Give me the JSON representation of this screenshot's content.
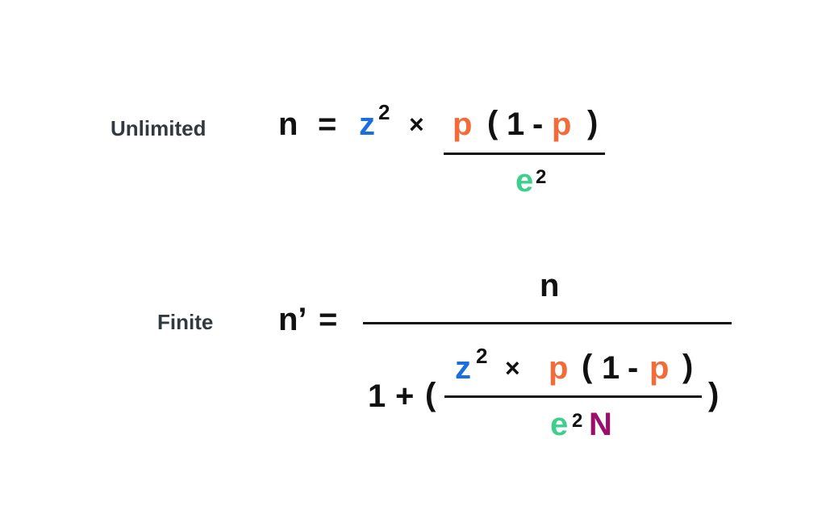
{
  "unlimited": {
    "label": "Unlimited",
    "lhs": "n",
    "eq": "=",
    "z": "z",
    "z_exp": "2",
    "times": "×",
    "p1": "p",
    "lparen": "(",
    "one": "1",
    "minus": "-",
    "p2": "p",
    "rparen": ")",
    "e": "e",
    "e_exp": "2"
  },
  "finite": {
    "label": "Finite",
    "lhs": "n’",
    "eq": "=",
    "numerator": "n",
    "one": "1",
    "plus": "+",
    "outer_lparen": "(",
    "outer_rparen": ")",
    "z": "z",
    "z_exp": "2",
    "times": "×",
    "p1": "p",
    "lparen": "(",
    "inner_one": "1",
    "minus": "-",
    "p2": "p",
    "rparen": ")",
    "e": "e",
    "e_exp": "2",
    "N": "N"
  },
  "colors": {
    "z": "#1a6fe0",
    "p": "#f26b38",
    "e": "#3ecf8e",
    "N": "#9b0f6b",
    "label": "#333a3f"
  }
}
